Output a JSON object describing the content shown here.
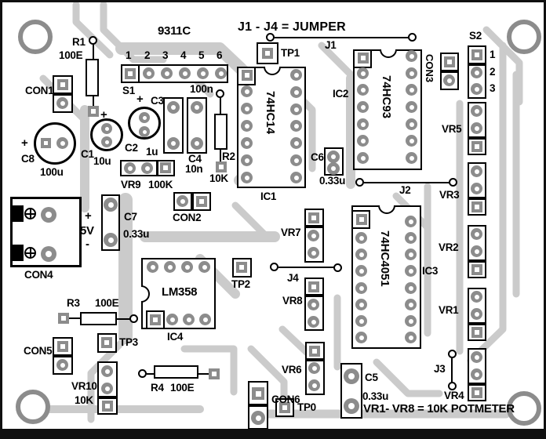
{
  "notes": {
    "code": "9311C",
    "jumpers": "J1 - J4 = JUMPER",
    "pots": "VR1- VR8 = 10K POTMETER"
  },
  "marks": {
    "plus": "+",
    "minus": "-",
    "rail": "5V"
  },
  "ics": {
    "ic1": {
      "ref": "IC1",
      "part": "74HC14"
    },
    "ic2": {
      "ref": "IC2",
      "part": "74HC93"
    },
    "ic3": {
      "ref": "IC3",
      "part": "74HC4051"
    },
    "ic4": {
      "ref": "IC4",
      "part": "LM358"
    }
  },
  "resistors": {
    "r1": {
      "ref": "R1",
      "value": "100E"
    },
    "r2": {
      "ref": "R2",
      "value": "10K"
    },
    "r3": {
      "ref": "R3",
      "value": "100E"
    },
    "r4": {
      "ref": "R4",
      "value": "100E"
    }
  },
  "capacitors": {
    "c1": {
      "ref": "C1",
      "value": "10u"
    },
    "c2": {
      "ref": "C2",
      "value": "1u"
    },
    "c3": {
      "ref": "C3"
    },
    "c4": {
      "ref": "C4",
      "value": "10n"
    },
    "c5": {
      "ref": "C5",
      "value": "0.33u"
    },
    "c6": {
      "ref": "C6",
      "value": "0.33u"
    },
    "c7": {
      "ref": "C7",
      "value": "0.33u"
    },
    "c8": {
      "ref": "C8",
      "value": "100u"
    },
    "c_film": {
      "value": "100n"
    }
  },
  "pots": {
    "vr1": {
      "ref": "VR1"
    },
    "vr2": {
      "ref": "VR2"
    },
    "vr3": {
      "ref": "VR3"
    },
    "vr4": {
      "ref": "VR4"
    },
    "vr5": {
      "ref": "VR5"
    },
    "vr6": {
      "ref": "VR6"
    },
    "vr7": {
      "ref": "VR7"
    },
    "vr8": {
      "ref": "VR8"
    },
    "vr9": {
      "ref": "VR9",
      "value": "100K"
    },
    "vr10": {
      "ref": "VR10",
      "value": "10K"
    }
  },
  "connectors": {
    "con1": {
      "ref": "CON1"
    },
    "con2": {
      "ref": "CON2"
    },
    "con3": {
      "ref": "CON3"
    },
    "con4": {
      "ref": "CON4"
    },
    "con5": {
      "ref": "CON5"
    },
    "con6": {
      "ref": "CON6"
    },
    "s1": {
      "ref": "S1",
      "pins": [
        "1",
        "2",
        "3",
        "4",
        "5",
        "6"
      ]
    },
    "s2": {
      "ref": "S2",
      "pins": [
        "1",
        "2",
        "3"
      ]
    }
  },
  "testpoints": {
    "tp0": {
      "ref": "TP0"
    },
    "tp1": {
      "ref": "TP1"
    },
    "tp2": {
      "ref": "TP2"
    },
    "tp3": {
      "ref": "TP3"
    }
  },
  "jumper_wires": {
    "j1": {
      "ref": "J1"
    },
    "j2": {
      "ref": "J2"
    },
    "j3": {
      "ref": "J3"
    },
    "j4": {
      "ref": "J4"
    }
  },
  "colors": {
    "trace": "#cbcbcb",
    "pad": "#8c8c8c",
    "silkscreen": "#000000",
    "board": "#ffffff"
  }
}
